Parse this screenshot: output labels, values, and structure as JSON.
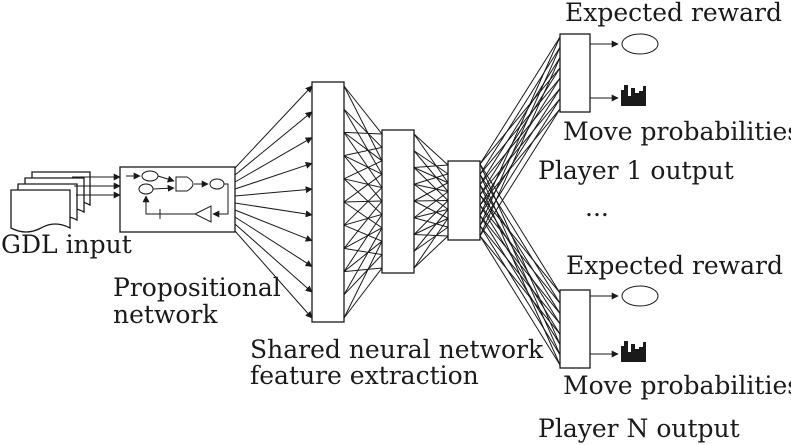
{
  "labels": {
    "gdl_input": "GDL input",
    "propositional_line1": "Propositional",
    "propositional_line2": "network",
    "shared_line1": "Shared neural network",
    "shared_line2": "feature extraction",
    "player1": {
      "expected_reward": "Expected reward",
      "move_probabilities": "Move probabilities",
      "output": "Player 1 output"
    },
    "ellipsis": "...",
    "playerN": {
      "expected_reward": "Expected reward",
      "move_probabilities": "Move probabilities",
      "output": "Player N output"
    }
  },
  "colors": {
    "ink": "#1a1a1a",
    "background": "#ffffff"
  }
}
